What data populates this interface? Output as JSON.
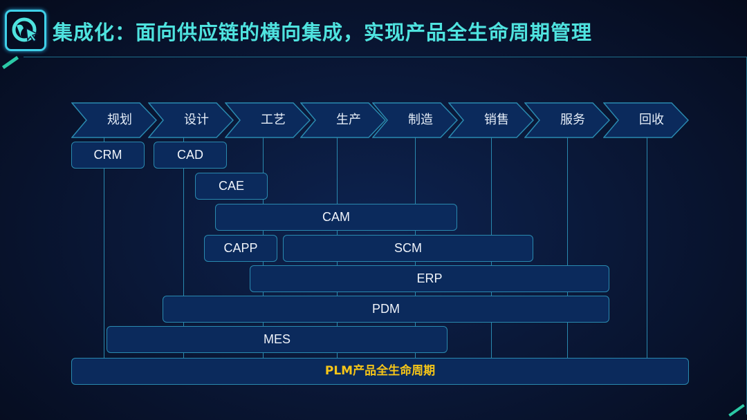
{
  "title": "集成化：面向供应链的横向集成，实现产品全生命周期管理",
  "stages": [
    "规划",
    "设计",
    "工艺",
    "生产",
    "制造",
    "销售",
    "服务",
    "回收"
  ],
  "systems": {
    "crm": "CRM",
    "cad": "CAD",
    "cae": "CAE",
    "cam": "CAM",
    "capp": "CAPP",
    "scm": "SCM",
    "erp": "ERP",
    "pdm": "PDM",
    "mes": "MES",
    "plm": "PLM产品全生命周期"
  },
  "colors": {
    "title": "#4fe3df",
    "accent": "#2a8ab0",
    "plm_text": "#f5c518"
  }
}
